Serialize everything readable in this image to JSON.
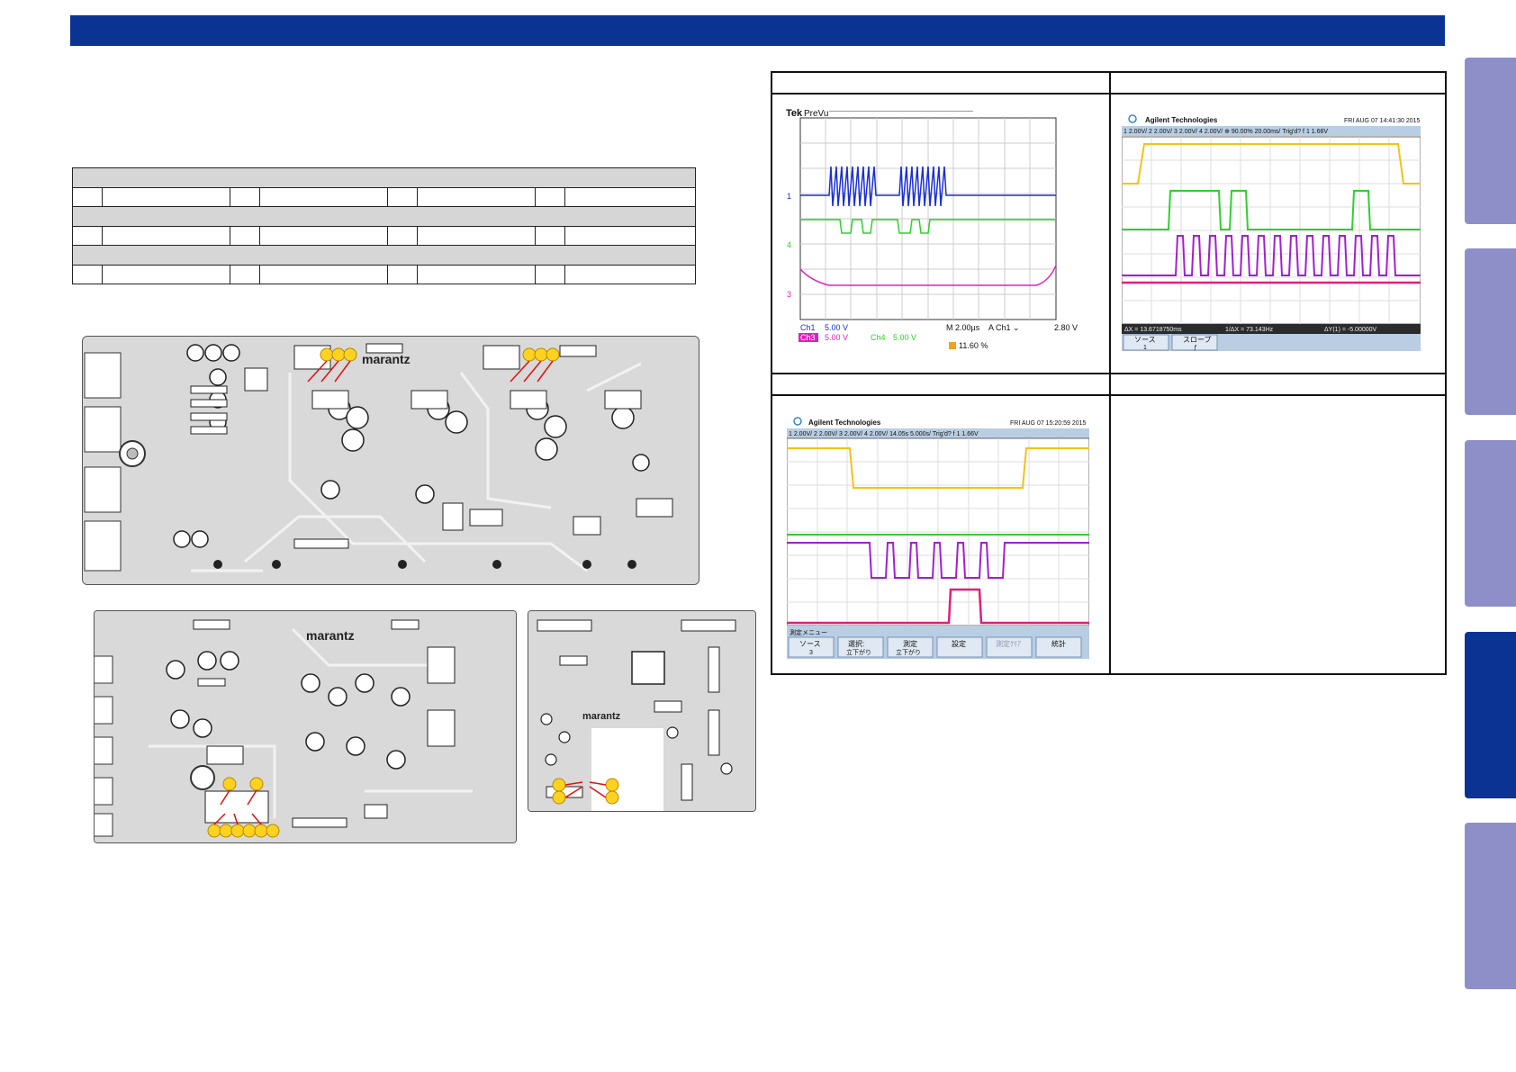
{
  "colors": {
    "header_bar": "#0b3394",
    "side_tab": "#8e8fc9",
    "side_tab_active": "#0b3394",
    "marker": "#ffd21f",
    "ch_blue": "#1a2fd6",
    "ch_green": "#2dd12d",
    "ch_magenta": "#e01fbf",
    "ch_yellow": "#f2c21b",
    "ch_purple": "#a21fd0"
  },
  "pcb": {
    "brand_top_left": "marantz",
    "brand_bottom_left": "marantz",
    "brand_bottom_right": "marantz"
  },
  "scope1": {
    "brand": "Tek",
    "mode": "PreVu",
    "ch1_label": "Ch1",
    "ch1_scale": "5.00 V",
    "ch3_label": "Ch3",
    "ch3_scale": "5.00 V",
    "ch4_label": "Ch4",
    "ch4_scale": "5.00 V",
    "timebase": "M 2.00µs",
    "trigger": "A  Ch1  ⌄",
    "trigger_level": "2.80 V",
    "position": "11.60 %",
    "marker_1": "1",
    "marker_4": "4",
    "marker_3": "3"
  },
  "scope2": {
    "brand": "Agilent Technologies",
    "datetime": "FRI AUG 07 14:41:30 2015",
    "status_line": "1  2.00V/   2  2.00V/   3  2.00V/   4  2.00V/   ⊕  90.00%   20.00ms/   Trig'd?   f   1   1.66V",
    "dx": "ΔX = 13.6718750ms",
    "inv_dx": "1/ΔX = 73.143Hz",
    "dy": "ΔY(1) = -5.00000V",
    "softkey_1_label": "ソース",
    "softkey_1_value": "1",
    "softkey_2_label": "スロープ",
    "softkey_2_value": "ƒ"
  },
  "scope3": {
    "brand": "Agilent Technologies",
    "datetime": "FRI AUG 07 15:20:59 2015",
    "status_line": "1  2.00V/   2  2.00V/   3  2.00V/   4  2.00V/      14.05s   5.000s/   Trig'd?   f   1   1.66V",
    "menu_title": "測定メニュー",
    "softkey_1_label": "ソース",
    "softkey_1_value": "3",
    "softkey_2_label": "選択:",
    "softkey_2_value": "立下がり",
    "softkey_3_label": "測定",
    "softkey_3_value": "立下がり",
    "softkey_4_label": "設定",
    "softkey_5_label": "測定ｸﾘｱ",
    "softkey_6_label": "統計"
  }
}
